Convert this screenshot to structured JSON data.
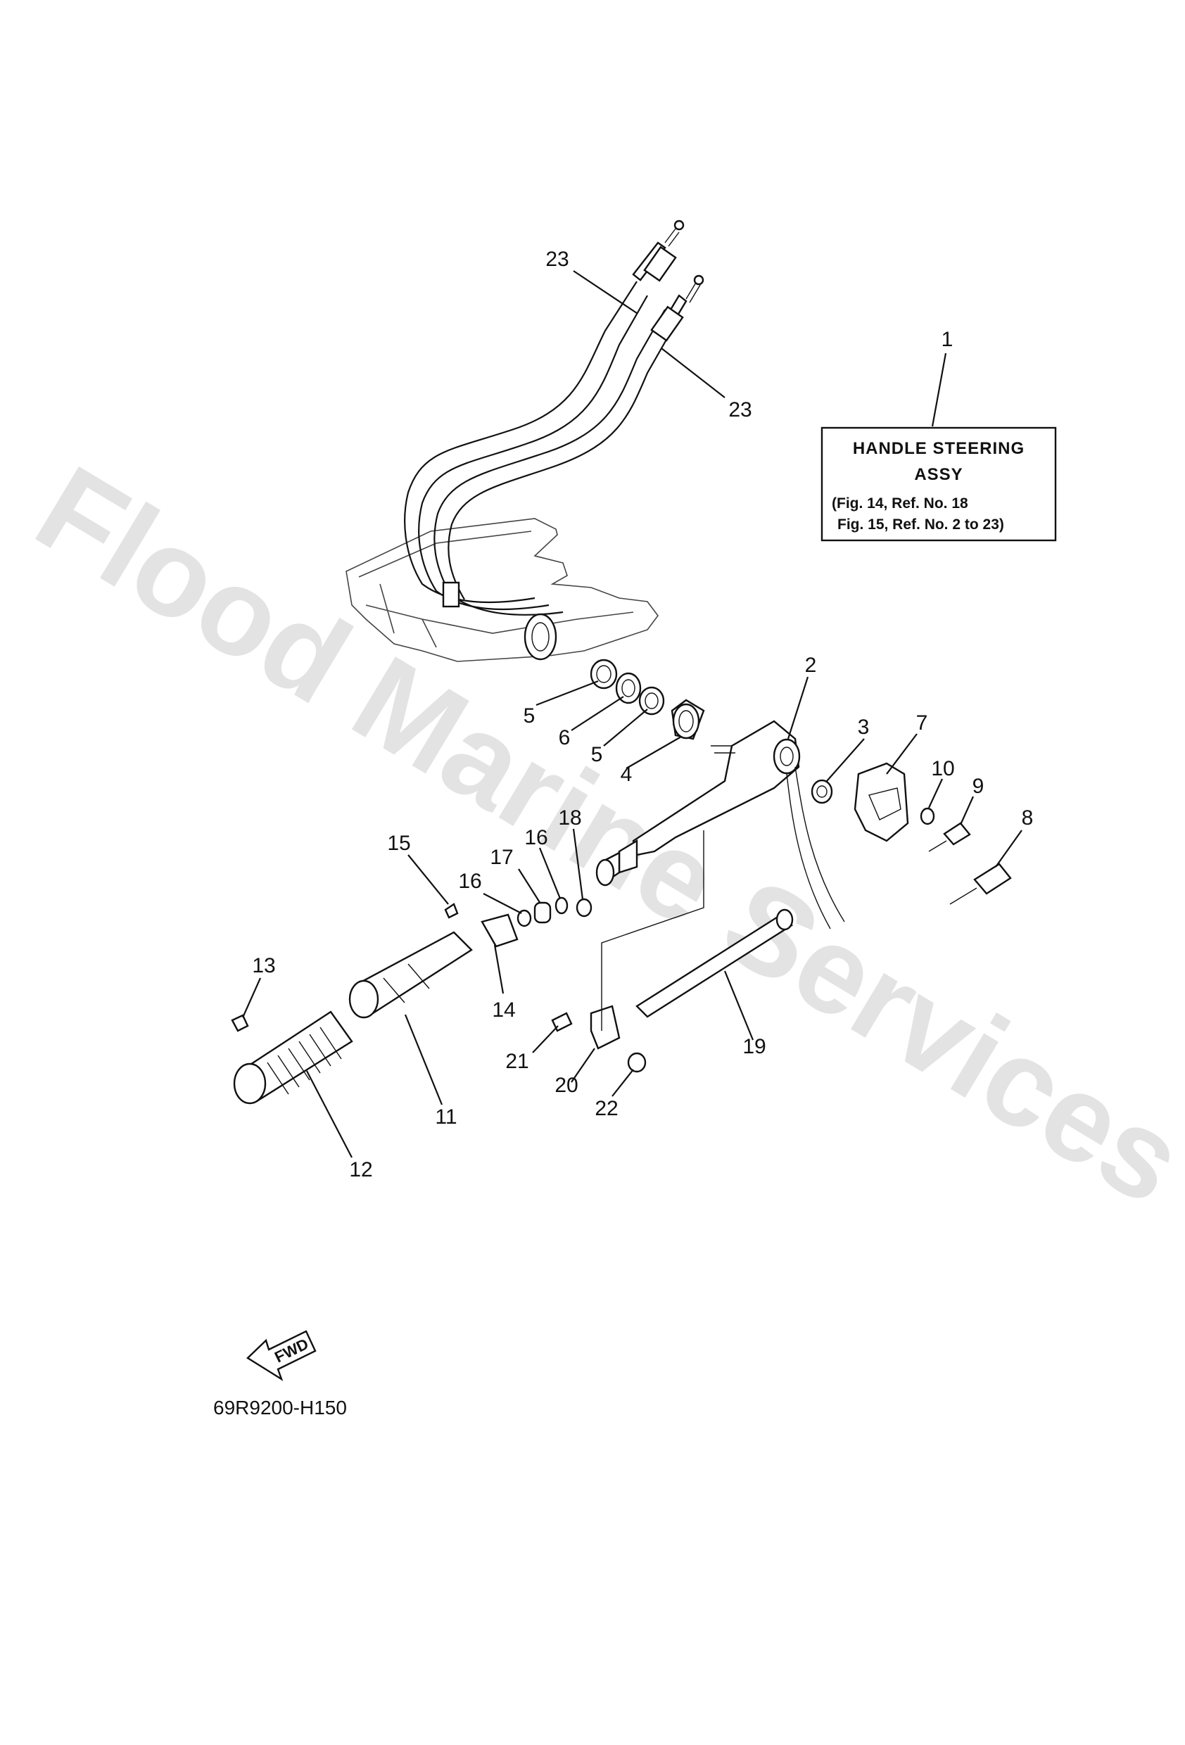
{
  "watermark": "Flood Marine Services",
  "note_box": {
    "callout": "1",
    "title_line1": "HANDLE STEERING",
    "title_line2": "ASSY",
    "ref_line1": "(Fig. 14, Ref. No. 18",
    "ref_line2": "Fig. 15, Ref. No. 2 to 23)"
  },
  "callouts": {
    "c23a": "23",
    "c23b": "23",
    "c2": "2",
    "c3": "3",
    "c4": "4",
    "c5a": "5",
    "c5b": "5",
    "c6": "6",
    "c7": "7",
    "c8": "8",
    "c9": "9",
    "c10": "10",
    "c11": "11",
    "c12": "12",
    "c13": "13",
    "c14": "14",
    "c15": "15",
    "c16a": "16",
    "c16b": "16",
    "c17": "17",
    "c18": "18",
    "c19": "19",
    "c20": "20",
    "c21": "21",
    "c22": "22"
  },
  "fwd_label": "FWD",
  "part_number": "69R9200-H150",
  "icons": {
    "fwd_arrow": "fwd-arrow-icon"
  }
}
